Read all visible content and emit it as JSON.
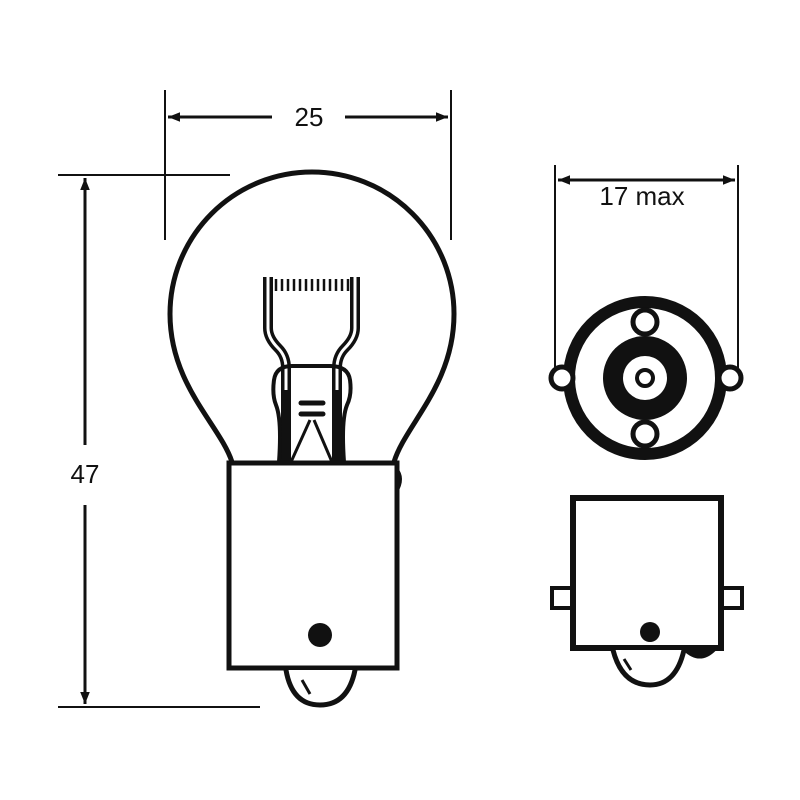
{
  "dimensions": {
    "bulb_width": "25",
    "bulb_height": "47",
    "base_width": "17 max"
  },
  "colors": {
    "ink": "#111111",
    "paper": "#ffffff"
  }
}
